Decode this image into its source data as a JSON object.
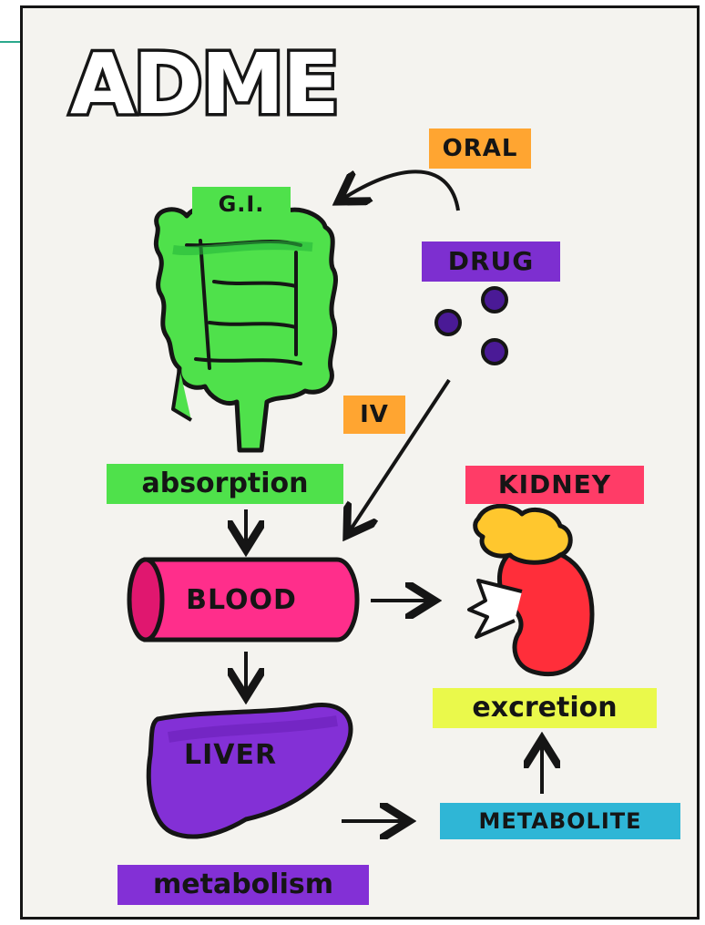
{
  "title": "ADME",
  "labels": {
    "oral": "ORAL",
    "gi": "G.I.",
    "drug": "DRUG",
    "iv": "IV",
    "absorption": "absorption",
    "kidney": "KIDNEY",
    "blood": "BLOOD",
    "excretion": "excretion",
    "liver": "LIVER",
    "metabolite": "METABOLITE",
    "metabolism": "metabolism"
  },
  "colors": {
    "oral": "#ffa531",
    "gi": "#4fe14b",
    "drug": "#7d2fd0",
    "iv": "#ffa531",
    "absorption": "#4fe14b",
    "kidney": "#ff3c67",
    "blood": "#ff2e8b",
    "excretion": "#eaf94b",
    "liver": "#8330d6",
    "metabolite": "#2fb6d6",
    "metabolism": "#8330d6",
    "ink": "#151515"
  },
  "icons": [
    "intestine-icon",
    "drug-pills-icon",
    "blood-vessel-icon",
    "kidney-icon",
    "liver-icon"
  ]
}
